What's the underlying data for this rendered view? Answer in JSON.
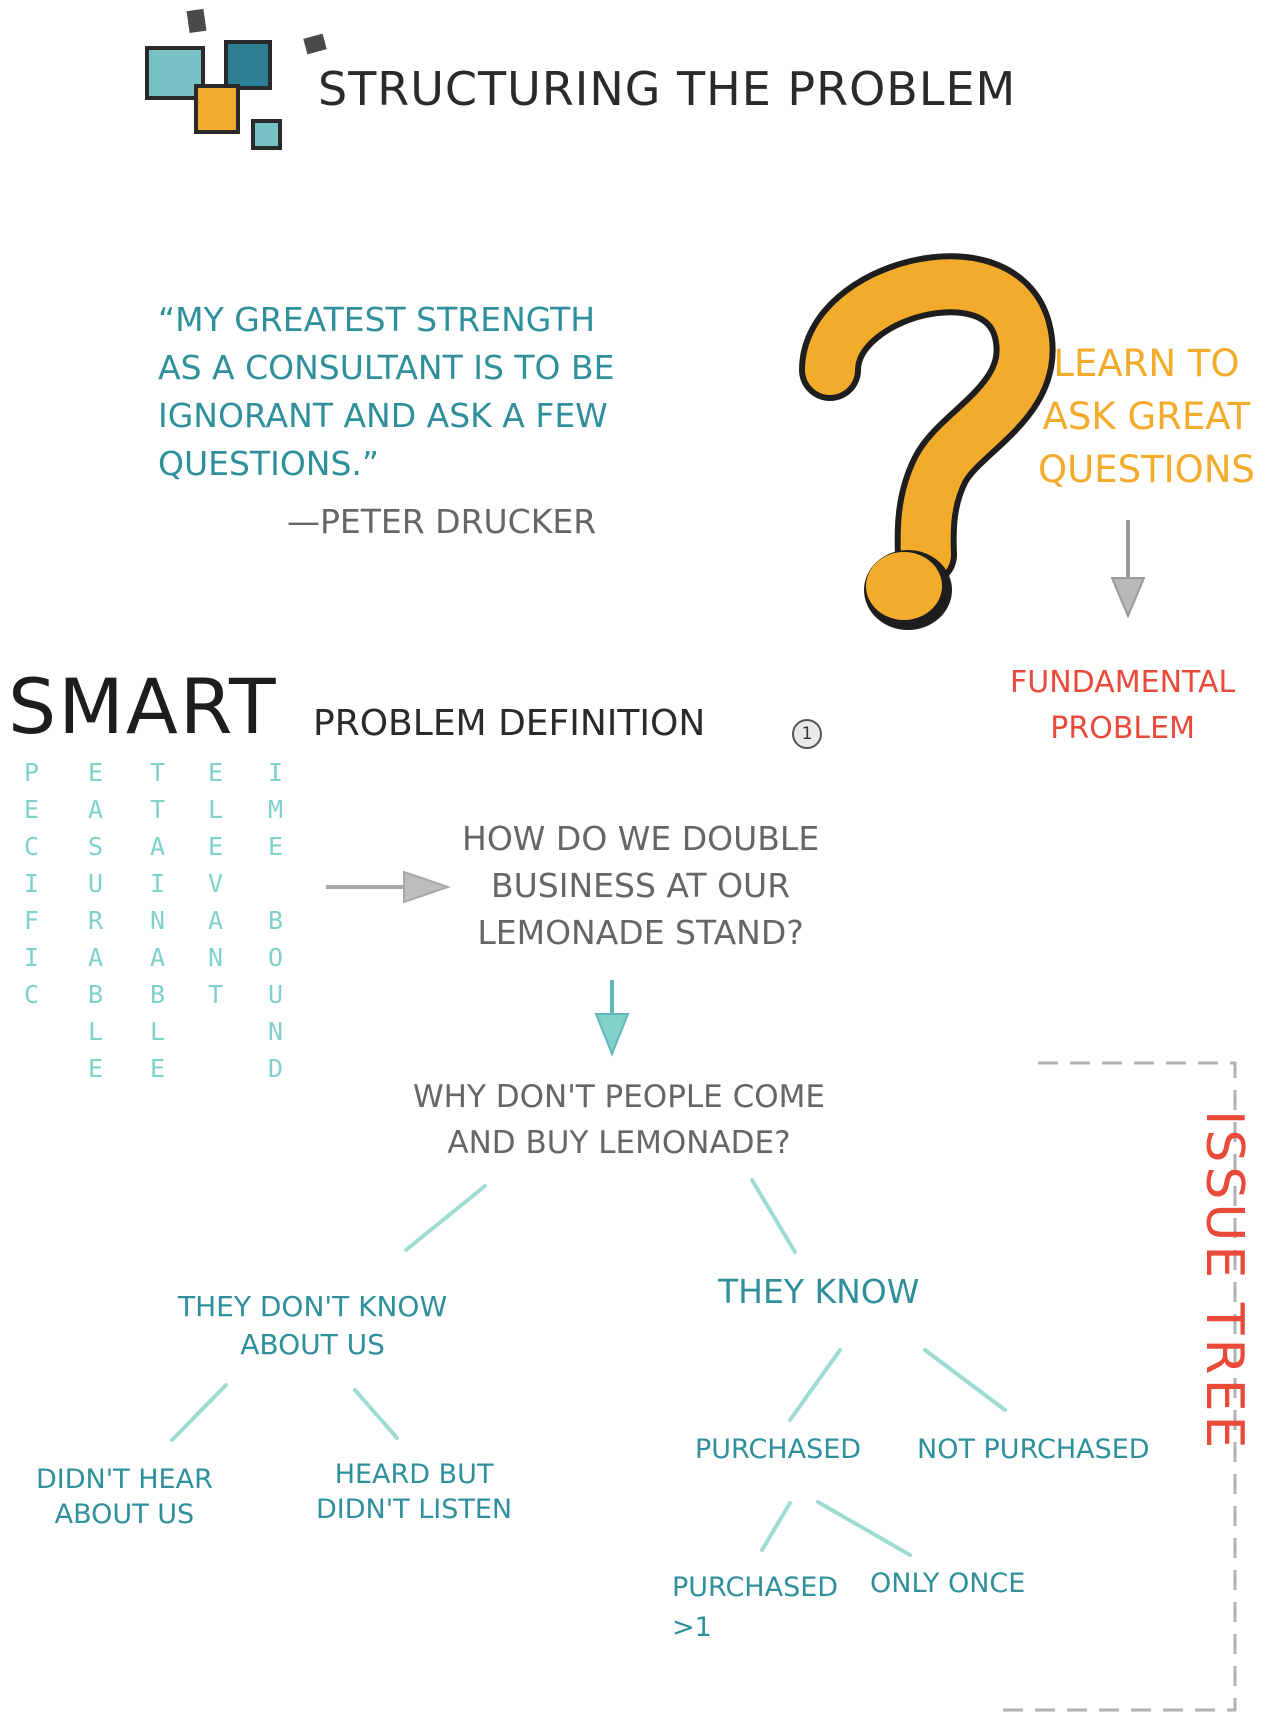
{
  "title": "STRUCTURING THE PROBLEM",
  "quote": {
    "lines": [
      "“MY GREATEST STRENGTH",
      "AS A CONSULTANT IS TO BE",
      "IGNORANT AND ASK A FEW",
      "QUESTIONS.”"
    ],
    "author": "—PETER DRUCKER"
  },
  "question_side": {
    "lines": [
      "LEARN TO",
      "ASK GREAT",
      "QUESTIONS"
    ],
    "result_lines": [
      "FUNDAMENTAL",
      "PROBLEM"
    ]
  },
  "smart": {
    "word": "SMART",
    "subtitle": "PROBLEM DEFINITION",
    "badge": "1",
    "columns": [
      [
        "P",
        "E",
        "C",
        "I",
        "F",
        "I",
        "C"
      ],
      [
        "E",
        "A",
        "S",
        "U",
        "R",
        "A",
        "B",
        "L",
        "E"
      ],
      [
        "T",
        "T",
        "A",
        "I",
        "N",
        "A",
        "B",
        "L",
        "E"
      ],
      [
        "E",
        "L",
        "E",
        "V",
        "A",
        "N",
        "T"
      ],
      [
        "I",
        "M",
        "E",
        "",
        "B",
        "O",
        "U",
        "N",
        "D"
      ]
    ]
  },
  "main_question": [
    "HOW DO WE DOUBLE",
    "BUSINESS AT OUR",
    "LEMONADE STAND?"
  ],
  "why_question": [
    "WHY DON'T PEOPLE COME",
    "AND BUY LEMONADE?"
  ],
  "tree": {
    "left": [
      "THEY DON'T KNOW",
      "ABOUT US"
    ],
    "right": "THEY KNOW",
    "left_a": [
      "DIDN'T HEAR",
      "ABOUT US"
    ],
    "left_b": [
      "HEARD BUT",
      "DIDN'T LISTEN"
    ],
    "right_a": "PURCHASED",
    "right_b": "NOT PURCHASED",
    "right_a1": [
      "PURCHASED",
      ">1"
    ],
    "right_a2": "ONLY ONCE"
  },
  "issue_tree_label": "ISSUE TREE",
  "colors": {
    "teal_text": "#2f8f9a",
    "light_teal": "#7fd1c9",
    "orange": "#f3ab2c",
    "red": "#e94a3a",
    "gray_text": "#666666",
    "dark_teal_square": "#2c7f94",
    "mid_teal_square": "#76c1c3"
  }
}
